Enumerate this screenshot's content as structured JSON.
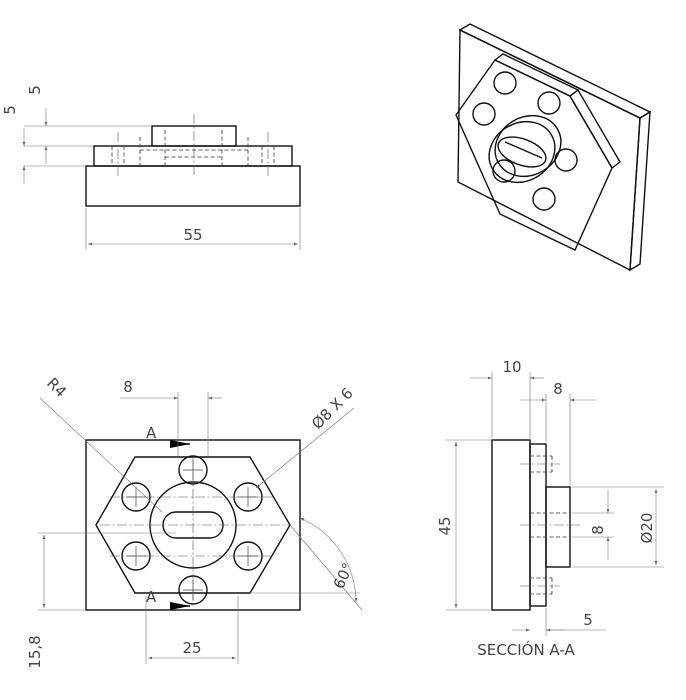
{
  "drawing": {
    "front_view": {
      "dim_height_a": "5",
      "dim_height_b": "5",
      "dim_width": "55"
    },
    "top_view": {
      "dim_radius": "R4",
      "dim_slot_offset": "8",
      "dim_hole_callout": "Ø8 X 6",
      "dim_angle": "60°",
      "dim_hole_spacing": "25",
      "dim_vertical_offset": "15,8",
      "section_mark_top": "A",
      "section_mark_bottom": "A"
    },
    "section_view": {
      "dim_plate_thickness": "10",
      "dim_boss_thickness": "8",
      "dim_height": "45",
      "dim_slot_width": "8",
      "dim_boss_diameter": "Ø20",
      "dim_step": "5",
      "title": "SECCIÓN A-A"
    }
  },
  "colors": {
    "line": "#111111",
    "dimension": "#777777",
    "text": "#444444",
    "hatch": "#555555"
  }
}
